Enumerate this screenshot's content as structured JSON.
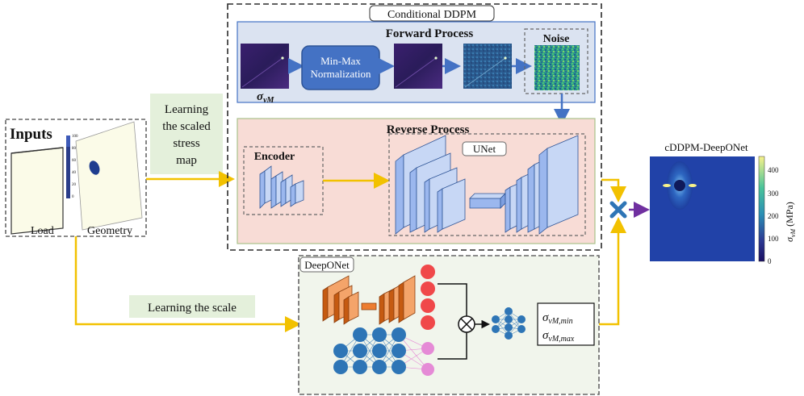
{
  "inputs": {
    "title": "Inputs",
    "load_label": "Load",
    "geometry_label": "Geometry",
    "scale_ticks": [
      "100",
      "80",
      "60",
      "40",
      "20",
      "0"
    ]
  },
  "cddpm": {
    "title": "Conditional DDPM",
    "forward": {
      "title": "Forward Process",
      "normalization_line1": "Min-Max",
      "normalization_line2": "Normalization",
      "noise_label": "Noise",
      "sigma_label": "σ",
      "sigma_sub": "vM"
    },
    "reverse": {
      "title": "Reverse Process",
      "encoder_label": "Encoder",
      "unet_label": "UNet"
    }
  },
  "deeponet": {
    "title": "DeepONet",
    "out_sigma": "σ",
    "out_min_sub": "vM,min",
    "out_max_sub": "vM,max"
  },
  "edges": {
    "learning_scaled_line1": "Learning",
    "learning_scaled_line2": "the scaled",
    "learning_scaled_line3": "stress",
    "learning_scaled_line4": "map",
    "learning_scale": "Learning the scale"
  },
  "output": {
    "title": "cDDPM-DeepONet",
    "colorbar_ticks": [
      "400",
      "300",
      "200",
      "100",
      "0"
    ],
    "colorbar_label_sigma": "σ",
    "colorbar_label_sub": "vM",
    "colorbar_label_unit": "(MPa)"
  },
  "colors": {
    "yellow_arrow": "#f2c100",
    "blue_arrow": "#4472c4",
    "purple_arrow": "#7030a0",
    "forward_bg": "#dbe3f1",
    "reverse_bg": "#f8dcd6",
    "deeponet_bg": "#f1f5ec",
    "label_bg": "#e4f0db",
    "orange": "#ed7d31",
    "node_red": "#f0484a",
    "node_blue": "#2e75b6",
    "node_pink": "#e58ad6"
  }
}
